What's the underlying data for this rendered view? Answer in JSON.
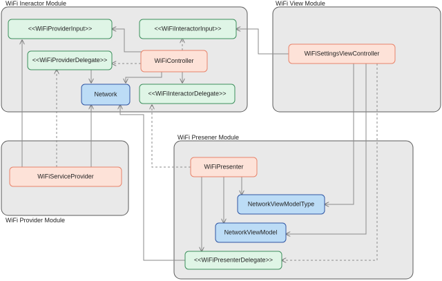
{
  "modules": {
    "interactor": "WiFi Ineractor Module",
    "view": "WiFi View Module",
    "presenter": "WiFi Presener Module",
    "provider": "WiFi Provider Module"
  },
  "nodes": {
    "provider_input": "<<WiFiProviderInput>>",
    "interactor_input": "<<WiFiInteractorInput>>",
    "provider_delegate": "<<WiFiProviderDelegate>>",
    "controller": "WiFiController",
    "network": "Network",
    "interactor_delegate": "<<WiFiInteractorDelegate>>",
    "settings_vc": "WiFiSettingsViewController",
    "service_provider": "WiFiServiceProvider",
    "presenter": "WiFiPresenter",
    "network_view_model_type": "NetworkViewModelType",
    "network_view_model": "NetworkViewModel",
    "presenter_delegate": "<<WiFiPresenterDelegate>>"
  },
  "edges": [
    {
      "from": "controller",
      "to": "provider_input",
      "style": "solid"
    },
    {
      "from": "controller",
      "to": "interactor_input",
      "style": "dashed"
    },
    {
      "from": "controller",
      "to": "provider_delegate",
      "style": "dashed"
    },
    {
      "from": "controller",
      "to": "network",
      "style": "solid"
    },
    {
      "from": "controller",
      "to": "interactor_delegate",
      "style": "solid"
    },
    {
      "from": "provider_delegate",
      "to": "network",
      "style": "solid"
    },
    {
      "from": "settings_vc",
      "to": "interactor_input",
      "style": "solid"
    },
    {
      "from": "settings_vc",
      "to": "network_view_model_type",
      "style": "solid"
    },
    {
      "from": "settings_vc",
      "to": "network_view_model",
      "style": "solid"
    },
    {
      "from": "settings_vc",
      "to": "presenter_delegate",
      "style": "dashed"
    },
    {
      "from": "service_provider",
      "to": "provider_input",
      "style": "solid"
    },
    {
      "from": "service_provider",
      "to": "provider_delegate",
      "style": "dashed"
    },
    {
      "from": "service_provider",
      "to": "network",
      "style": "solid"
    },
    {
      "from": "presenter",
      "to": "interactor_delegate",
      "style": "dashed"
    },
    {
      "from": "presenter",
      "to": "network_view_model_type",
      "style": "solid"
    },
    {
      "from": "presenter",
      "to": "network_view_model",
      "style": "solid"
    },
    {
      "from": "presenter",
      "to": "presenter_delegate",
      "style": "solid"
    },
    {
      "from": "presenter_delegate",
      "to": "network",
      "style": "solid"
    }
  ],
  "colors": {
    "interface_fill": "#dff5e6",
    "class_fill": "#fde2d8",
    "model_fill": "#bcdcf6"
  }
}
